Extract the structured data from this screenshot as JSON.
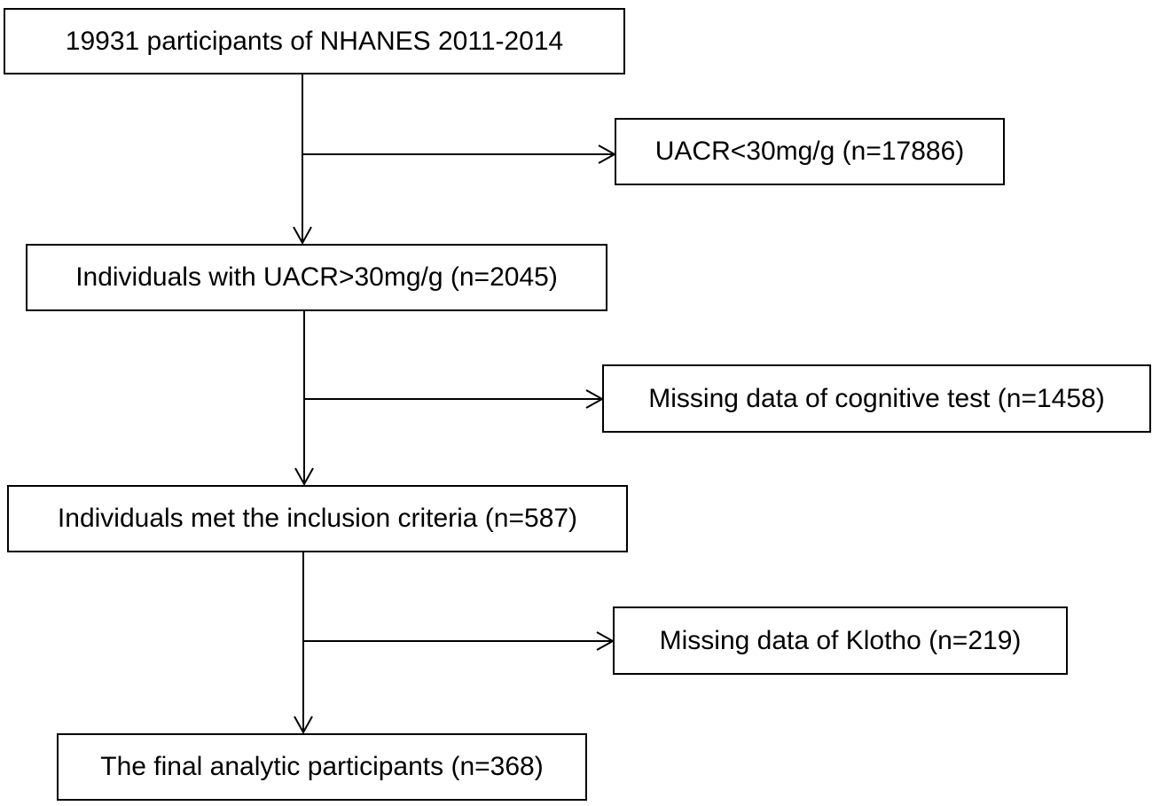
{
  "flowchart": {
    "main_steps": [
      {
        "label": "19931 participants of NHANES 2011-2014"
      },
      {
        "label": "Individuals with UACR>30mg/g (n=2045)"
      },
      {
        "label": "Individuals met the inclusion criteria (n=587)"
      },
      {
        "label": "The final analytic participants (n=368)"
      }
    ],
    "exclusions": [
      {
        "label": "UACR<30mg/g (n=17886)"
      },
      {
        "label": "Missing data of cognitive test (n=1458)"
      },
      {
        "label": "Missing data of Klotho (n=219)"
      }
    ]
  },
  "colors": {
    "line": "#000000",
    "background": "#ffffff"
  }
}
